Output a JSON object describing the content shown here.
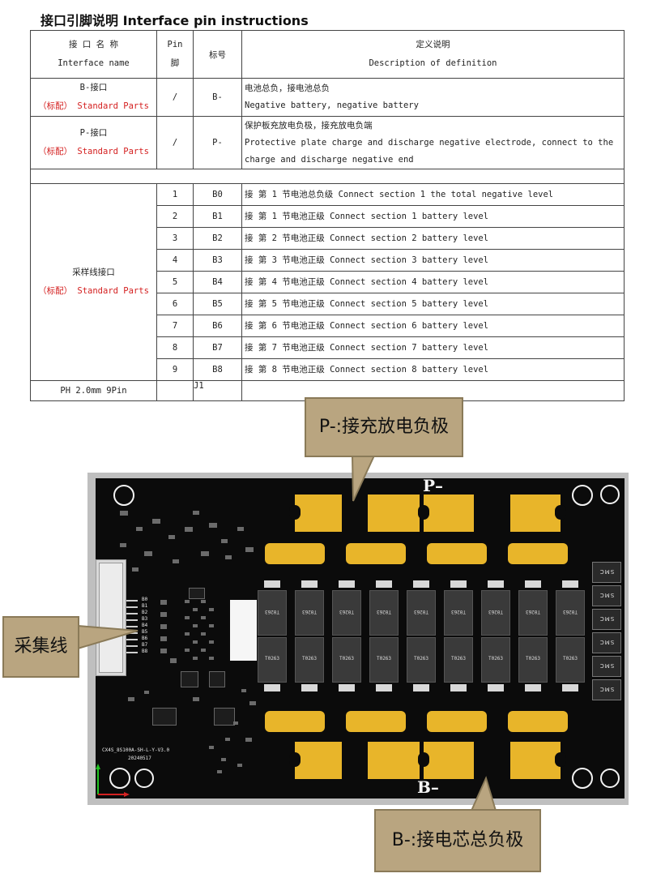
{
  "title": "接口引脚说明  Interface pin instructions",
  "header": {
    "name_cn": "接 口 名 称",
    "name_en": "Interface name",
    "pin_line1": "Pin",
    "pin_line2": "脚",
    "label": "标号",
    "def_cn": "定义说明",
    "def_en": "Description of definition"
  },
  "rows": {
    "b": {
      "name": "B-接口",
      "std": "（标配） Standard Parts",
      "pin": "/",
      "label": "B-",
      "desc1": "电池总负，接电池总负",
      "desc2": "Negative battery,  negative battery"
    },
    "p": {
      "name": "P-接口",
      "std": "（标配） Standard Parts",
      "pin": "/",
      "label": "P-",
      "desc1": "保护板充放电负极，接充放电负端",
      "desc2": "Protective plate charge and discharge negative electrode,  connect to the",
      "desc3": "charge and discharge negative end"
    },
    "sampling": {
      "name": "采样线接口",
      "std": "（标配） Standard Parts",
      "pins": [
        {
          "pin": "1",
          "label": "B0",
          "desc": "接 第  1  节电池总负级  Connect section 1 the total negative level"
        },
        {
          "pin": "2",
          "label": "B1",
          "desc": "接 第  1  节电池正级  Connect section 1 battery level"
        },
        {
          "pin": "3",
          "label": "B2",
          "desc": "接 第  2  节电池正级  Connect section 2 battery level"
        },
        {
          "pin": "4",
          "label": "B3",
          "desc": "接 第  3  节电池正级  Connect section 3 battery level"
        },
        {
          "pin": "5",
          "label": "B4",
          "desc": "接 第  4  节电池正级  Connect section 4 battery level"
        },
        {
          "pin": "6",
          "label": "B5",
          "desc": "接 第  5  节电池正级  Connect section 5 battery level"
        },
        {
          "pin": "7",
          "label": "B6",
          "desc": "接 第  6  节电池正级  Connect section 6 battery level"
        },
        {
          "pin": "8",
          "label": "B7",
          "desc": "接 第  7  节电池正级  Connect section 7 battery level"
        },
        {
          "pin": "9",
          "label": "B8",
          "desc": "接 第  8  节电池正级  Connect section 8 battery level"
        }
      ]
    },
    "footer": {
      "name": "PH 2.0mm 9Pin",
      "label": "J1"
    }
  },
  "board": {
    "p_label": "P–",
    "b_label": "B–",
    "mosfet_text": "T0263",
    "smc_text": "SMC",
    "silk_model": "CX4S_8S100A-SH-L-Y-V3.0",
    "silk_date": "20240517",
    "connector_labels": [
      "B0",
      "B1",
      "B2",
      "B3",
      "B4",
      "B5",
      "B6",
      "B7",
      "B8"
    ]
  },
  "callouts": {
    "p_minus": "P-:接充放电负极",
    "sampling": "采集线",
    "b_minus": "B-:接电芯总负极"
  },
  "colors": {
    "accent_red": "#d42020",
    "pad_gold": "#e8b52a",
    "pcb_black": "#0b0b0b",
    "callout_tan": "#b9a580"
  }
}
